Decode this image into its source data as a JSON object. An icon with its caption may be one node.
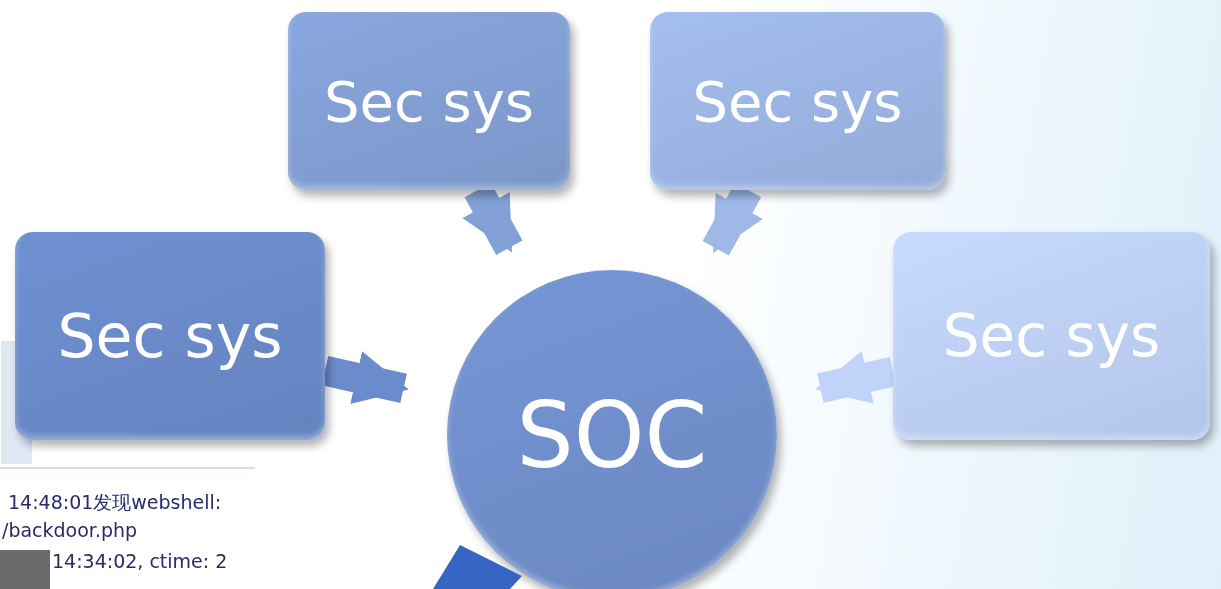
{
  "diagram": {
    "nodes": [
      {
        "text": [
          "Sec sys"
        ]
      },
      {
        "text": [
          "Sec sys"
        ]
      },
      {
        "text": [
          "Sec sys"
        ]
      },
      {
        "text": [
          "Sec sys"
        ]
      },
      {
        "text": [
          "SOC"
        ]
      },
      {
        "text": [],
        "shape": "bar"
      }
    ],
    "edges": [
      {
        "from": 0,
        "to": 4,
        "arrow": "to"
      },
      {
        "from": 1,
        "to": 4,
        "arrow": "to"
      },
      {
        "from": 2,
        "to": 4,
        "arrow": "to"
      },
      {
        "from": 3,
        "to": 4,
        "arrow": "to"
      }
    ],
    "labels": [
      "14:48:01发现webshell:",
      "/backdoor.php",
      "14:34:02, ctime: 2"
    ]
  }
}
